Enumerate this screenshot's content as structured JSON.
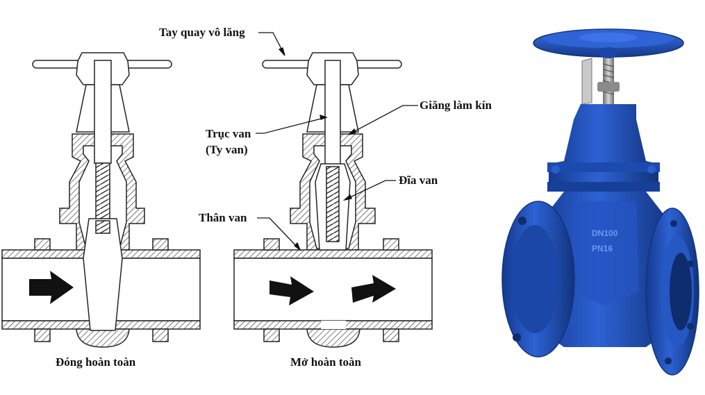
{
  "labels": {
    "handwheel": "Tay quay vô lăng",
    "seal": "Giăng làm kín",
    "stem_line1": "Trục van",
    "stem_line2": "(Ty van)",
    "disc": "Đĩa van",
    "body": "Thân van",
    "closed": "Đóng hoàn toàn",
    "open": "Mở hoàn toàn"
  },
  "photo": {
    "body_color": "#1f4fb8",
    "body_shadow": "#13337a",
    "body_highlight": "#4a7de0",
    "stem_color": "#9a9a9a",
    "casting_text": [
      "DN100",
      "PN16"
    ]
  },
  "diagram": {
    "hatch_color": "#222222",
    "arrow_color": "#111111"
  }
}
